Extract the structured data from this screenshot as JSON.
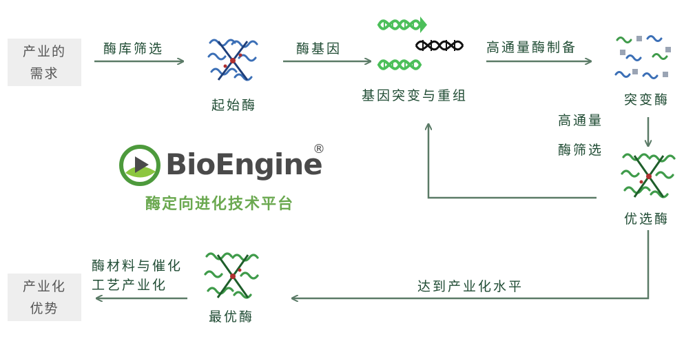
{
  "boxes": {
    "industry_demand": [
      "产业的",
      "需求"
    ],
    "industrial_advantage": [
      "产业化",
      "优势"
    ]
  },
  "nodes": {
    "starting_enzyme": "起始酶",
    "mutation_recombination": "基因突变与重组",
    "mutant_enzyme": "突变酶",
    "preferred_enzyme": "优选酶",
    "optimal_enzyme": "最优酶"
  },
  "edges": {
    "library_screening": "酶库筛选",
    "enzyme_gene": "酶基因",
    "high_throughput_prep": "高通量酶制备",
    "high_throughput_screening": [
      "高通量",
      "酶筛选"
    ],
    "reach_industrial_level": "达到产业化水平",
    "materials_catalysis": [
      "酶材料与催化",
      "工艺产业化"
    ]
  },
  "logo": {
    "name": "BioEngine",
    "registered": "®",
    "tagline": "酶定向进化技术平台"
  },
  "colors": {
    "arrow": "#5a7a66",
    "text": "#1f4b33",
    "box_bg": "#eeeeee",
    "enzyme_blue": "#3b6fb6",
    "enzyme_green": "#3f9b4a",
    "dna_green": "#4cbf5a",
    "logo_green": "#6aa84f"
  },
  "icons": {
    "starting_enzyme": "protein-structure-blue",
    "mutation": "dna-helix",
    "mutant_enzyme": "protein-cluster-mixed",
    "preferred_enzyme": "protein-structure-green",
    "optimal_enzyme": "protein-structure-green",
    "logo": "play-leaf-logo"
  }
}
